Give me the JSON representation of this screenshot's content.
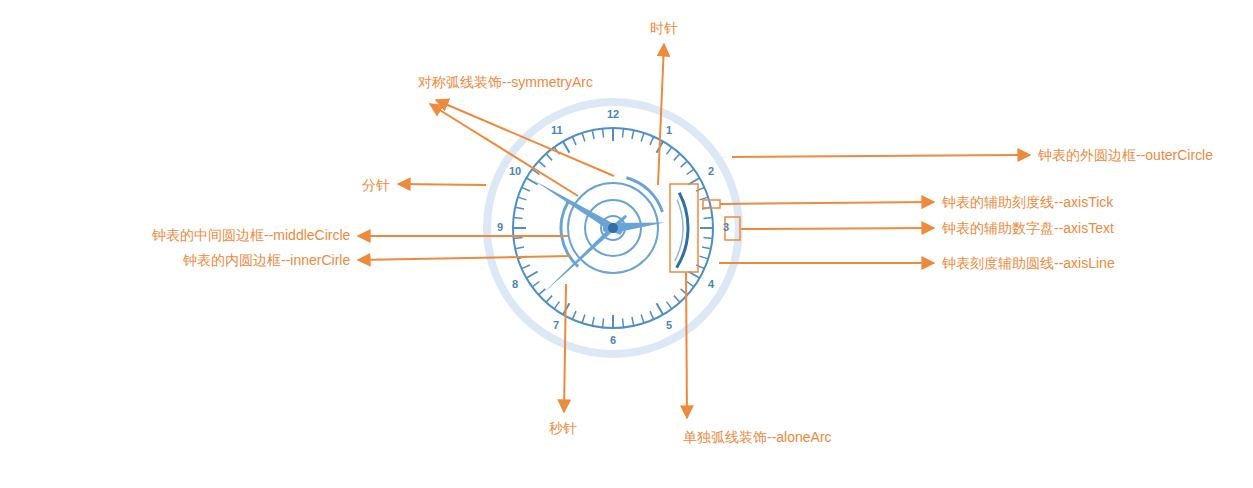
{
  "diagram": {
    "labels": [
      "12",
      "1",
      "2",
      "3",
      "4",
      "5",
      "6",
      "7",
      "8",
      "9",
      "10",
      "11",
      "时针",
      "对称弧线装饰--symmetryArc",
      "钟表的外圆边框--outerCircle",
      "分针",
      "钟表的辅助刻度线--axisTick",
      "钟表的中间圆边框--middleCircle",
      "钟表的辅助数字盘--axisText",
      "钟表的内圆边框--innerCirle",
      "钟表刻度辅助圆线--axisLine",
      "秒针",
      "单独弧线装饰--aloneArc"
    ]
  }
}
